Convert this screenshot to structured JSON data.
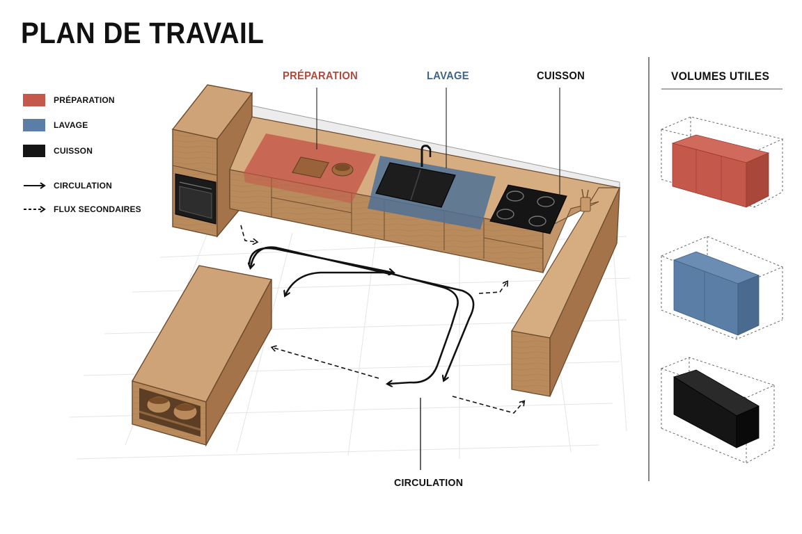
{
  "title": "PLAN DE TRAVAIL",
  "legend": {
    "items": [
      {
        "label": "PRÉPARATION",
        "color": "#c4584a"
      },
      {
        "label": "LAVAGE",
        "color": "#5b7ea6"
      },
      {
        "label": "CUISSON",
        "color": "#151515"
      }
    ],
    "lines": [
      {
        "label": "CIRCULATION",
        "style": "solid"
      },
      {
        "label": "FLUX SECONDAIRES",
        "style": "dashed"
      }
    ]
  },
  "zones": {
    "preparation": {
      "label": "PRÉPARATION",
      "color": "#c4584a"
    },
    "lavage": {
      "label": "LAVAGE",
      "color": "#4f7196"
    },
    "cuisson": {
      "label": "CUISSON",
      "color": "#151515"
    }
  },
  "volumes_panel": {
    "title": "VOLUMES UTILES",
    "volumes": [
      {
        "name": "preparation-volume",
        "color": "#c4584a"
      },
      {
        "name": "lavage-volume",
        "color": "#5b7ea6"
      },
      {
        "name": "cuisson-volume",
        "color": "#151515"
      }
    ]
  },
  "circulation_label": "CIRCULATION",
  "colors": {
    "wood": "#b98a5c",
    "wood_dark": "#8f6640",
    "wood_light": "#cfa378"
  }
}
